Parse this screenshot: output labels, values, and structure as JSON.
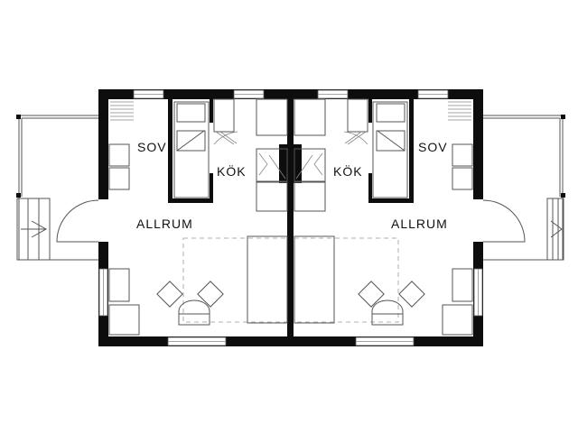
{
  "plan": {
    "left_unit": {
      "sov_label": "SOV",
      "kok_label": "KÖK",
      "allrum_label": "ALLRUM"
    },
    "right_unit": {
      "sov_label": "SOV",
      "kok_label": "KÖK",
      "allrum_label": "ALLRUM"
    }
  },
  "colors": {
    "wall": "#0d0d0d",
    "line": "#555555",
    "dashed": "#999999",
    "background": "#ffffff"
  }
}
